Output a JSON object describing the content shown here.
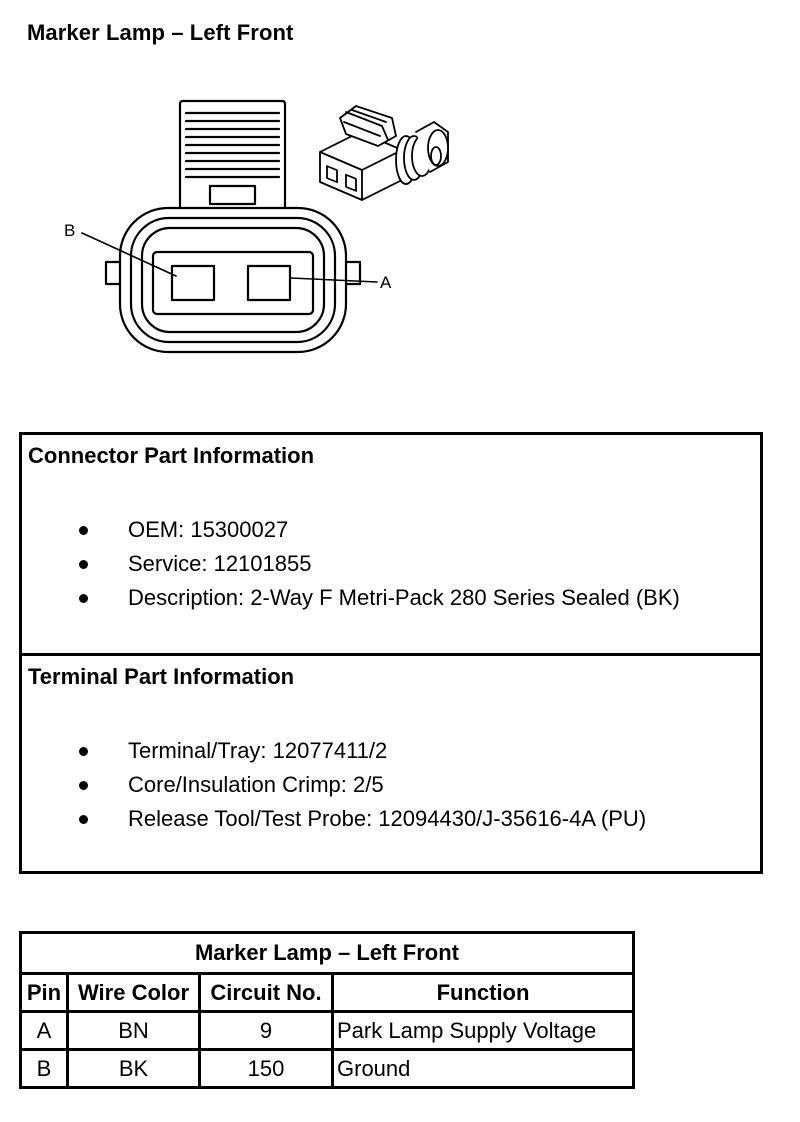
{
  "page_title": "Marker Lamp – Left Front",
  "diagram": {
    "pin_labels": {
      "b": "B",
      "a": "A"
    }
  },
  "connector_part_info": {
    "heading": "Connector Part Information",
    "items": [
      "OEM: 15300027",
      "Service: 12101855",
      "Description: 2-Way F Metri-Pack 280 Series Sealed (BK)"
    ]
  },
  "terminal_part_info": {
    "heading": "Terminal Part Information",
    "items": [
      "Terminal/Tray: 12077411/2",
      "Core/Insulation Crimp: 2/5",
      "Release Tool/Test Probe: 12094430/J-35616-4A (PU)"
    ]
  },
  "pin_table": {
    "title": "Marker Lamp – Left Front",
    "headers": [
      "Pin",
      "Wire Color",
      "Circuit No.",
      "Function"
    ],
    "rows": [
      [
        "A",
        "BN",
        "9",
        "Park Lamp Supply Voltage"
      ],
      [
        "B",
        "BK",
        "150",
        "Ground"
      ]
    ]
  }
}
